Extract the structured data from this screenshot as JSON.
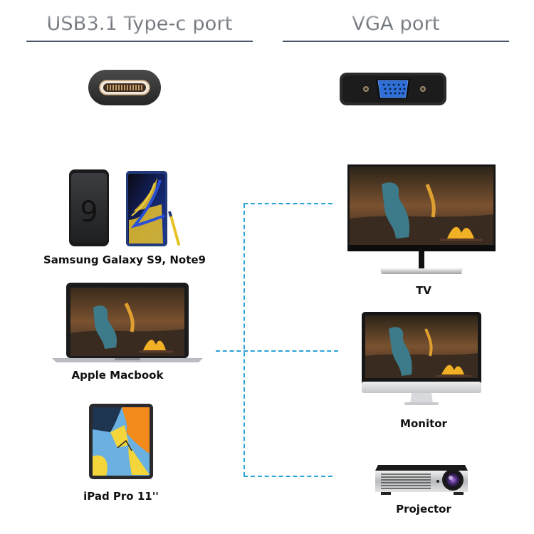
{
  "headers": {
    "left_title": "USB3.1 Type-c port",
    "right_title": "VGA port"
  },
  "ports": {
    "left": {
      "icon": "usb-c-port-icon"
    },
    "right": {
      "icon": "vga-port-icon"
    }
  },
  "sources": [
    {
      "label": "Samsung Galaxy S9, Note9",
      "icon": "smartphones-icon"
    },
    {
      "label": "Apple Macbook",
      "icon": "laptop-icon"
    },
    {
      "label": "iPad Pro 11''",
      "icon": "tablet-icon"
    }
  ],
  "displays": [
    {
      "label": "TV",
      "icon": "tv-icon"
    },
    {
      "label": "Monitor",
      "icon": "monitor-icon"
    },
    {
      "label": "Projector",
      "icon": "projector-icon"
    }
  ],
  "colors": {
    "connector_dash": "#2aa3d6",
    "header_rule": "#4a5668",
    "vga_blue": "#2f6fd6"
  }
}
